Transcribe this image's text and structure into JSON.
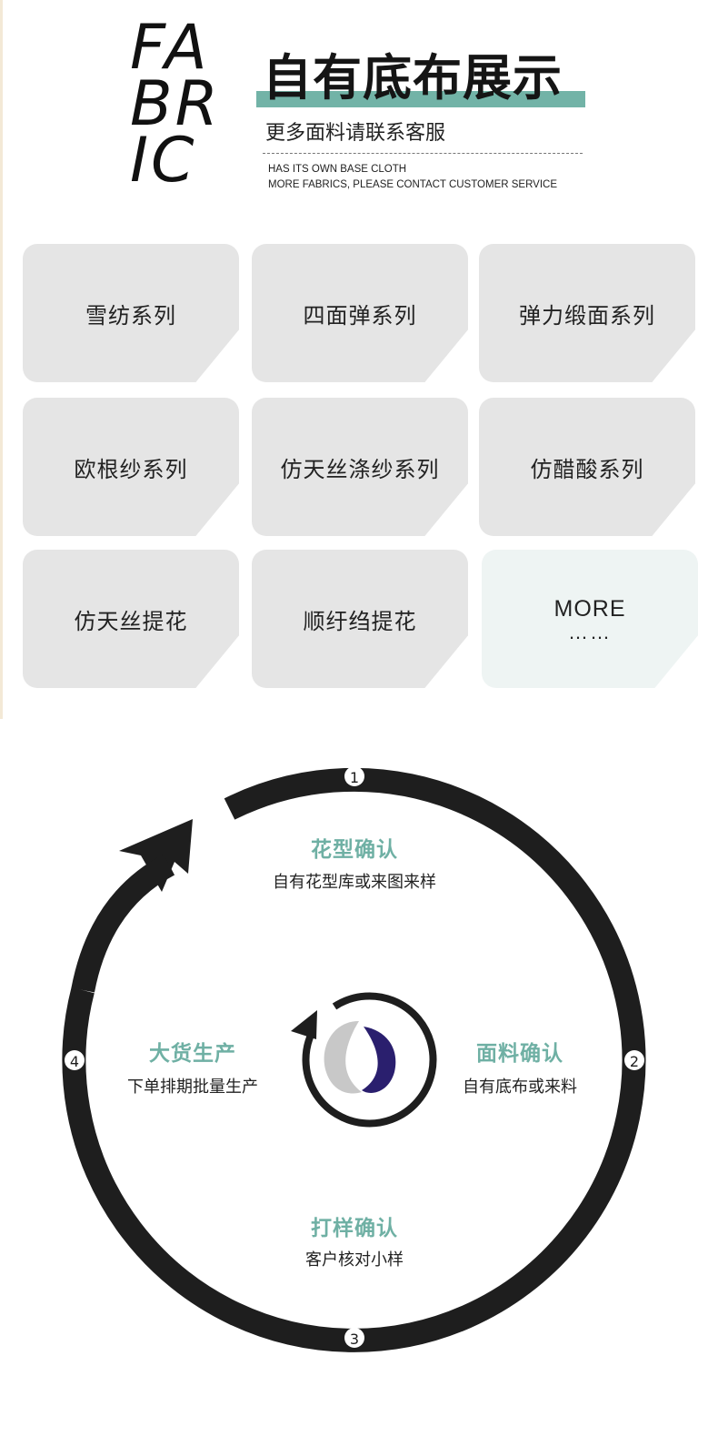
{
  "header": {
    "fabric_line1": "FA",
    "fabric_line2": "BR",
    "fabric_line3": "IC",
    "title": "自有底布展示",
    "subtitle": "更多面料请联系客服",
    "en_line1": "HAS ITS OWN BASE CLOTH",
    "en_line2": "MORE FABRICS, PLEASE CONTACT CUSTOMER SERVICE",
    "accent_color": "#72b3a7"
  },
  "tiles": [
    {
      "label": "雪纺系列"
    },
    {
      "label": "四面弹系列"
    },
    {
      "label": "弹力缎面系列"
    },
    {
      "label": "欧根纱系列"
    },
    {
      "label": "仿天丝涤纱系列"
    },
    {
      "label": "仿醋酸系列"
    },
    {
      "label": "仿天丝提花"
    },
    {
      "label": "顺纡绉提花"
    }
  ],
  "more_tile": {
    "label": "MORE",
    "dots": "……"
  },
  "flow": {
    "steps": [
      {
        "number": "1",
        "title": "花型确认",
        "desc": "自有花型库或来图来样"
      },
      {
        "number": "2",
        "title": "面料确认",
        "desc": "自有底布或来料"
      },
      {
        "number": "3",
        "title": "打样确认",
        "desc": "客户核对小样"
      },
      {
        "number": "4",
        "title": "大货生产",
        "desc": "下单排期批量生产"
      }
    ],
    "ring_color": "#1e1e1e",
    "title_color": "#6fb0a4",
    "logo_colors": {
      "navy": "#2a1f6e",
      "grey": "#c8c8c8"
    }
  }
}
